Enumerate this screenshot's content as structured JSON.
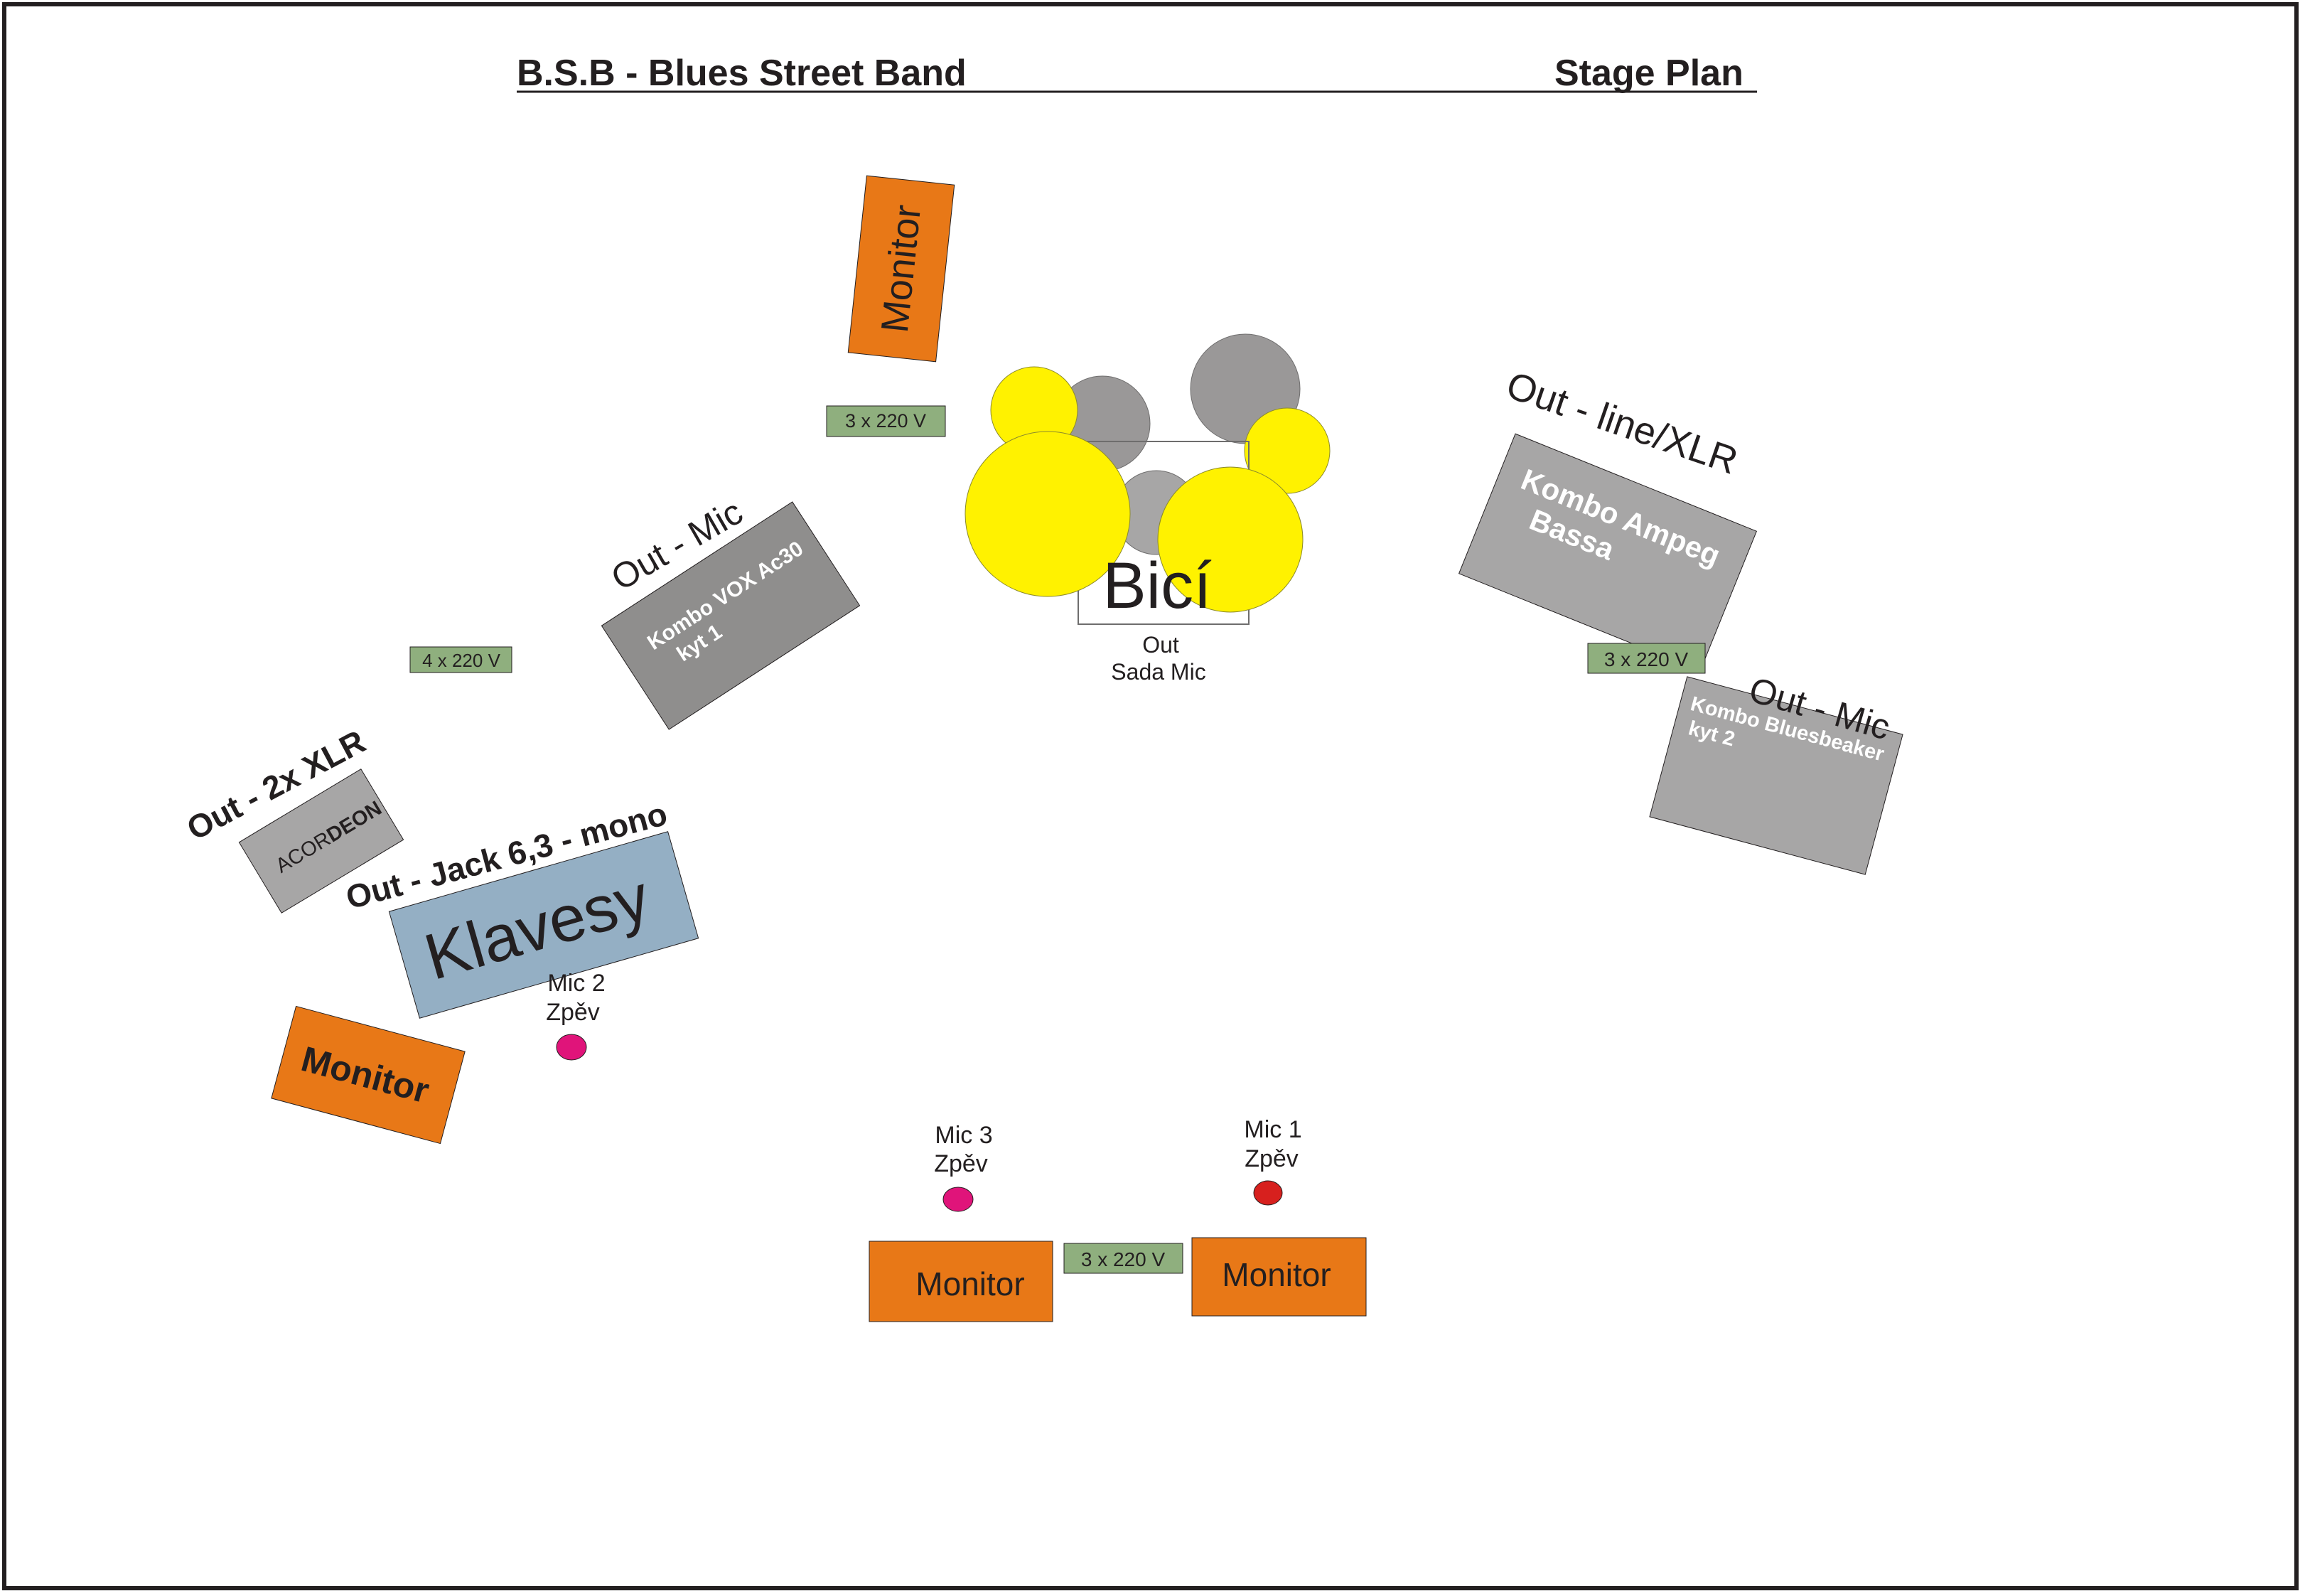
{
  "header": {
    "band_name": "B.S.B - Blues Street  Band",
    "plan_title": "Stage Plan"
  },
  "monitors": {
    "top": "Monitor",
    "left": "Monitor",
    "front_left": "Monitor",
    "front_right": "Monitor"
  },
  "power": {
    "drums": "3 x 220 V",
    "left": "4 x 220 V",
    "right": "3 x 220 V",
    "front": "3 x 220 V"
  },
  "drums": {
    "label": "Bicí",
    "out_line1": "Out",
    "out_line2": "Sada Mic"
  },
  "guitar1": {
    "out": "Out - Mic",
    "line1": "Kombo VOX Ac30",
    "line2": "kyt 1"
  },
  "bass": {
    "out": "Out - line/XLR",
    "line1": "Kombo Ampeg",
    "line2": "Bassa"
  },
  "guitar2": {
    "out": "Out - Mic",
    "line1": "Kombo Bluesbeaker",
    "line2": "kyt 2"
  },
  "accordion": {
    "out": "Out - 2x XLR",
    "label_light": "ACOR",
    "label_bold": "DEON"
  },
  "keys": {
    "out": "Out - Jack 6,3 - mono",
    "label": "Klavesy"
  },
  "mics": {
    "mic2_line1": "Mic 2",
    "mic2_line2": "Zpěv",
    "mic3_line1": "Mic 3",
    "mic3_line2": "Zpěv",
    "mic1_line1": "Mic 1",
    "mic1_line2": "Zpěv"
  },
  "colors": {
    "monitor": "#e87817",
    "power": "#8faf7e",
    "drum_yellow": "#fff200",
    "drum_gray": "#9a9898",
    "amp_dark": "#8f8e8d",
    "amp_light": "#a7a6a6",
    "keys": "#94afc4",
    "mic_pink": "#e0147a",
    "mic_red": "#d7201e",
    "text": "#231f20"
  }
}
